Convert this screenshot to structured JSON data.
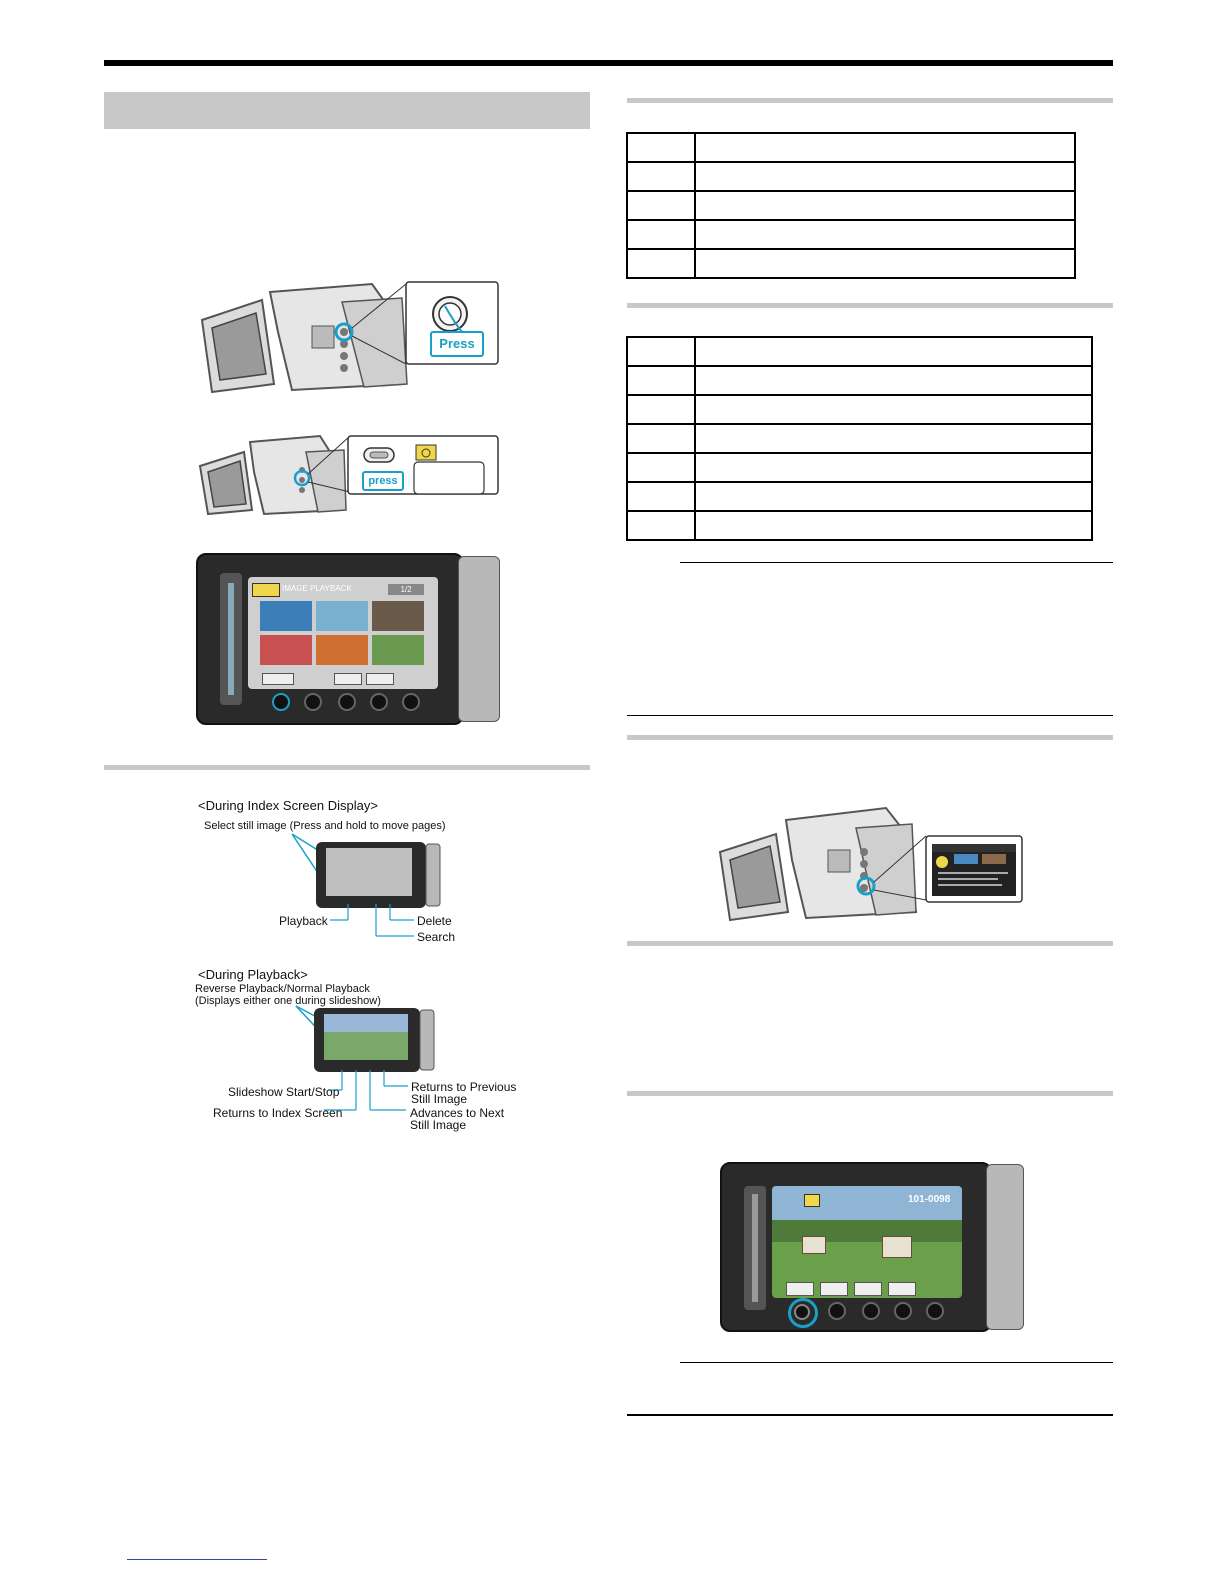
{
  "index_screen": {
    "mode_title": "IMAGE PLAYBACK",
    "page_indicator": "1/2"
  },
  "operation_diagram": {
    "index_heading": "<During Index Screen Display>",
    "index_select_label": "Select still image (Press and hold to move pages)",
    "index_playback_label": "Playback",
    "index_delete_label": "Delete",
    "index_search_label": "Search",
    "playback_heading": "<During Playback>",
    "playback_reverse_line1": "Reverse Playback/Normal Playback",
    "playback_reverse_line2": "(Displays either one during slideshow)",
    "playback_slideshow_label": "Slideshow Start/Stop",
    "playback_index_label": "Returns to Index Screen",
    "playback_prev_line1": "Returns to Previous",
    "playback_prev_line2": "Still Image",
    "playback_next_line1": "Advances to Next",
    "playback_next_line2": "Still Image"
  },
  "press_callout": {
    "press_label_1": "Press",
    "press_label_2": "press"
  },
  "slideshow_screen": {
    "file_number": "101-0098"
  },
  "colors": {
    "accent": "#1aa0c8",
    "section_bar": "#c8c8c8",
    "lcd_frame": "#2a2a2a"
  }
}
